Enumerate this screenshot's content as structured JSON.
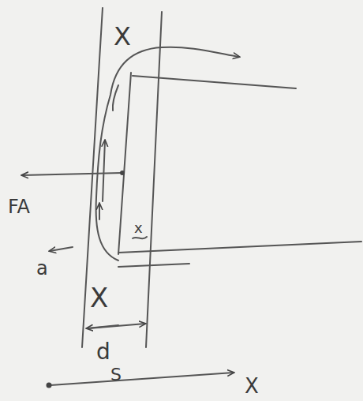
{
  "diagram": {
    "labels": [
      "X",
      "X",
      "FA",
      "a",
      "x",
      "d",
      "S",
      "X"
    ]
  }
}
